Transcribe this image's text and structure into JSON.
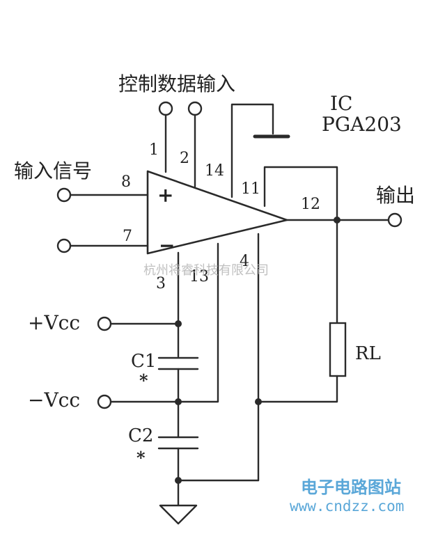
{
  "labels": {
    "control_data_input": "控制数据输入",
    "ic": "IC",
    "ic_model": "PGA203",
    "input_signal": "输入信号",
    "output": "输出",
    "plus_vcc": "+Vcc",
    "minus_vcc": "−Vcc",
    "c1": "C1",
    "c2": "C2",
    "c1_star": "*",
    "c2_star": "*",
    "rl": "RL",
    "opamp_plus": "+",
    "opamp_minus": "−"
  },
  "pins": {
    "p1": "1",
    "p2": "2",
    "p14": "14",
    "p8": "8",
    "p11": "11",
    "p12": "12",
    "p7": "7",
    "p3": "3",
    "p13": "13",
    "p4": "4"
  },
  "watermarks": {
    "company": "杭州将睿科技有限公司",
    "site_name": "电子电路图站",
    "site_url": "www.cndzz.com"
  },
  "colors": {
    "line": "#2a2a2a",
    "watermark_gray": "#b5b5b5",
    "watermark_blue": "#5aa7d8"
  }
}
